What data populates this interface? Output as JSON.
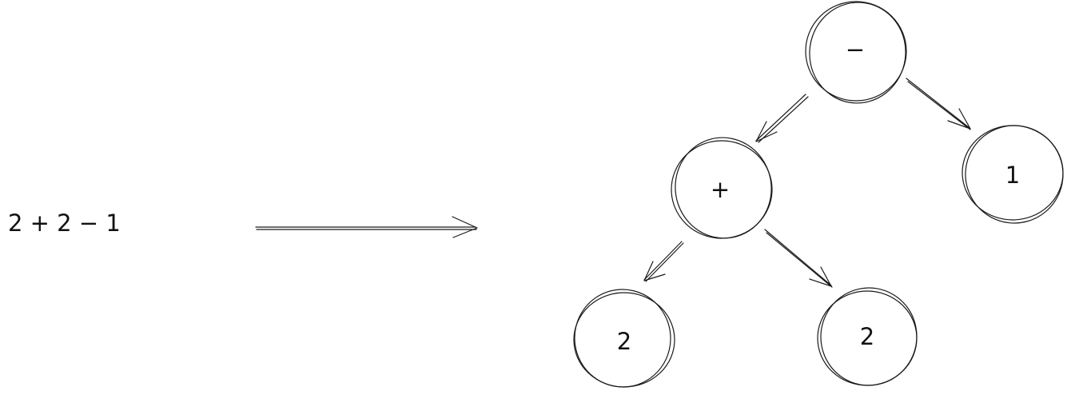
{
  "expression": "2 + 2 − 1",
  "tree": {
    "root": "−",
    "left": "+",
    "right": "1",
    "left_left": "2",
    "left_right": "2"
  }
}
